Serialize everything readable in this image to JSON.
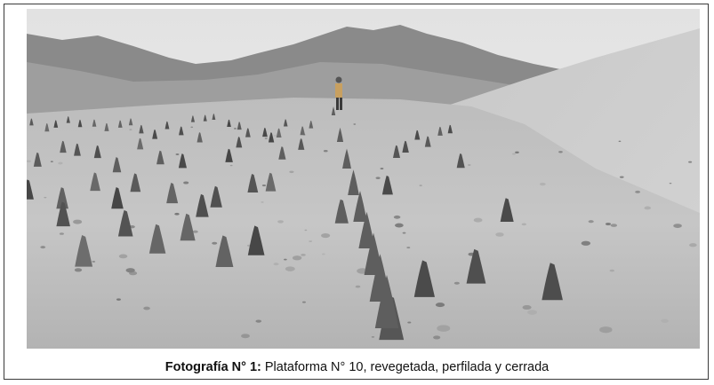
{
  "caption": {
    "label": "Fotografía N° 1:",
    "text": " Plataforma N° 10, revegetada, perfilada y cerrada"
  },
  "photo": {
    "subject": "hillside-platform-with-planted-shrubs",
    "sky_color": "#e9e9e9",
    "ground_color": "#c2c2c2"
  }
}
